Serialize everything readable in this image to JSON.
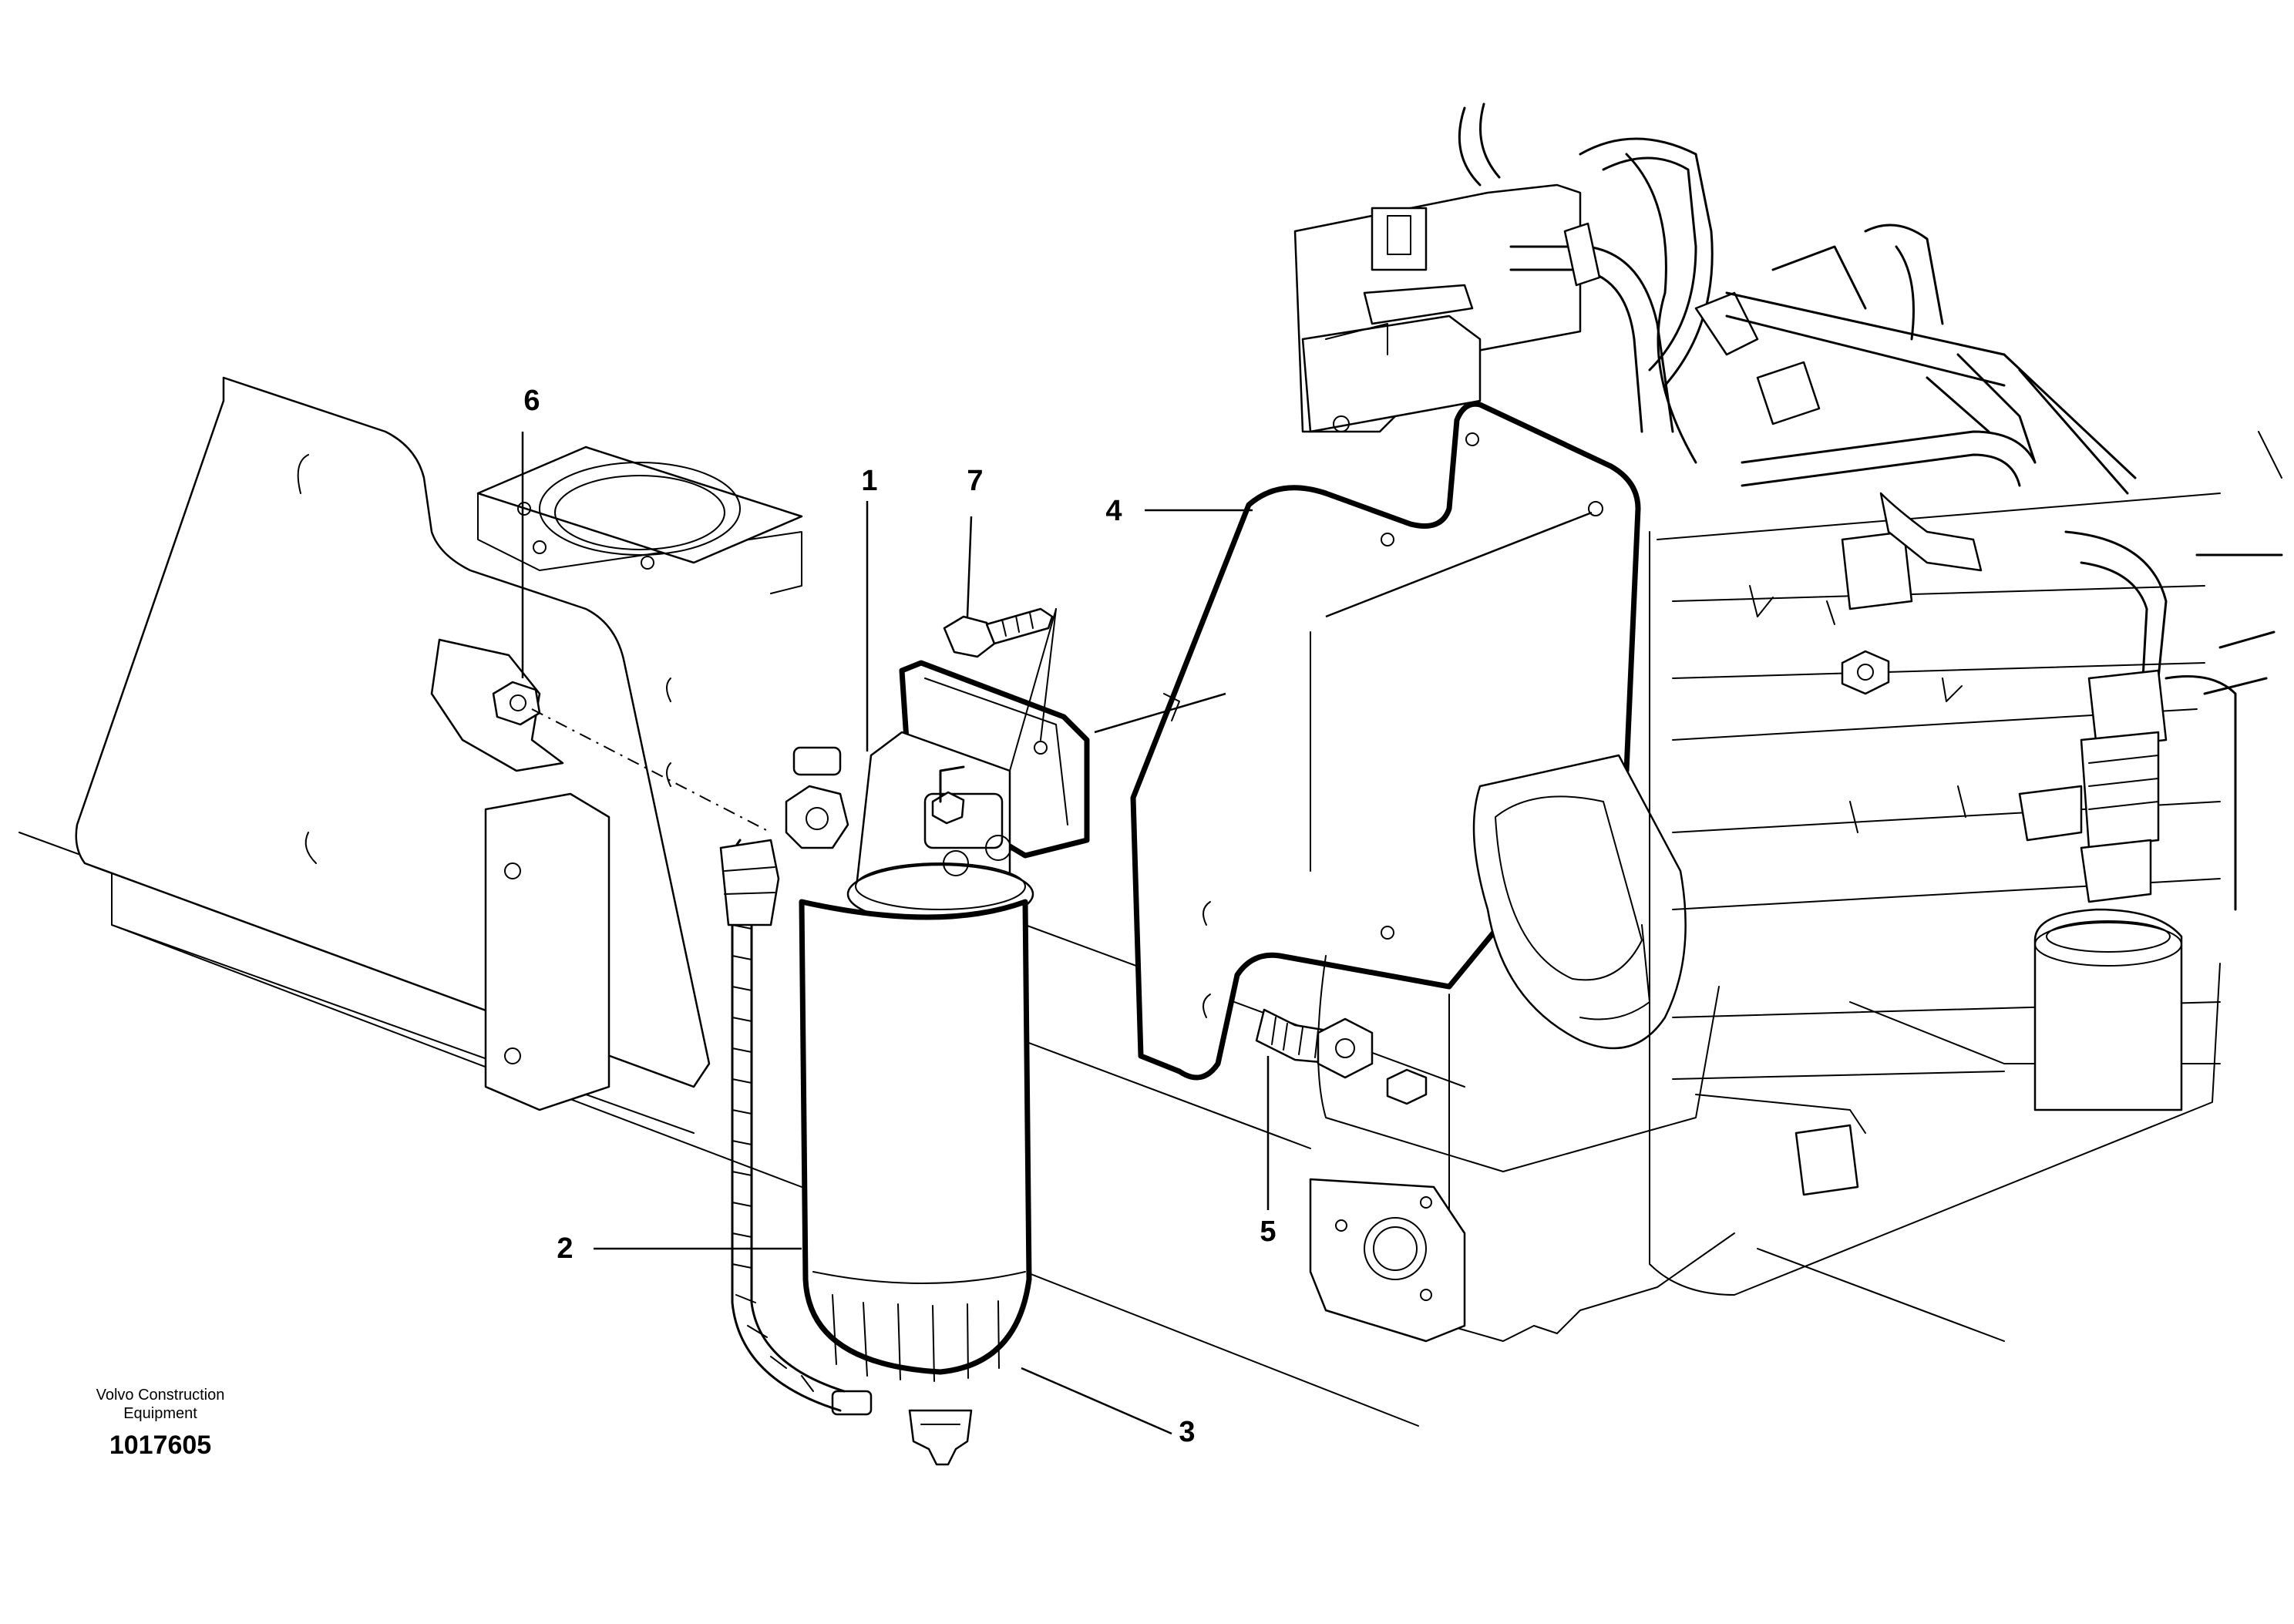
{
  "callouts": [
    "1",
    "2",
    "3",
    "4",
    "5",
    "6",
    "7"
  ],
  "footer": {
    "company_line1": "Volvo Construction",
    "company_line2": "Equipment",
    "drawing_number": "1017605"
  }
}
